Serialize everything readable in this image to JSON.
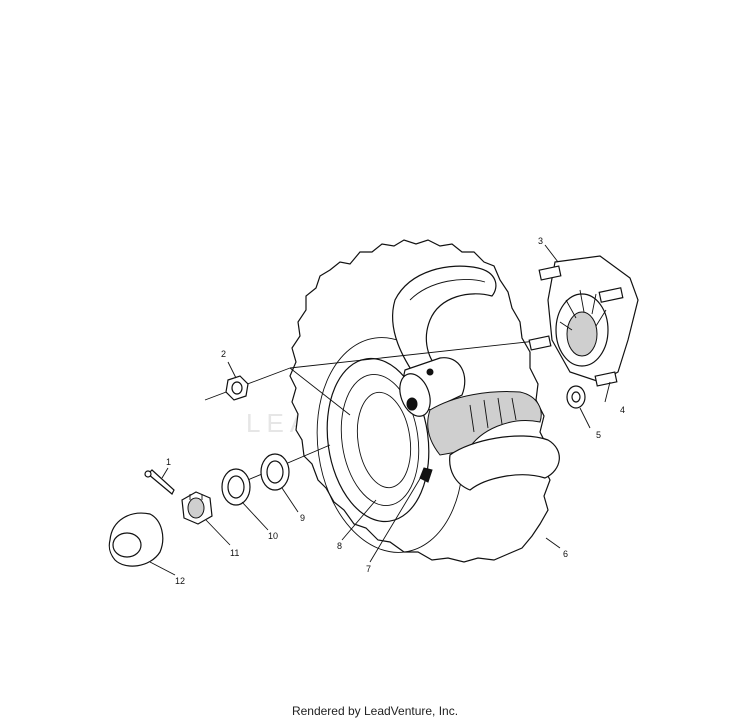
{
  "watermark": "LEADVENTURE",
  "footer": "Rendered by LeadVenture, Inc.",
  "callouts": [
    "1",
    "2",
    "3",
    "4",
    "5",
    "6",
    "7",
    "8",
    "9",
    "10",
    "11",
    "12"
  ]
}
